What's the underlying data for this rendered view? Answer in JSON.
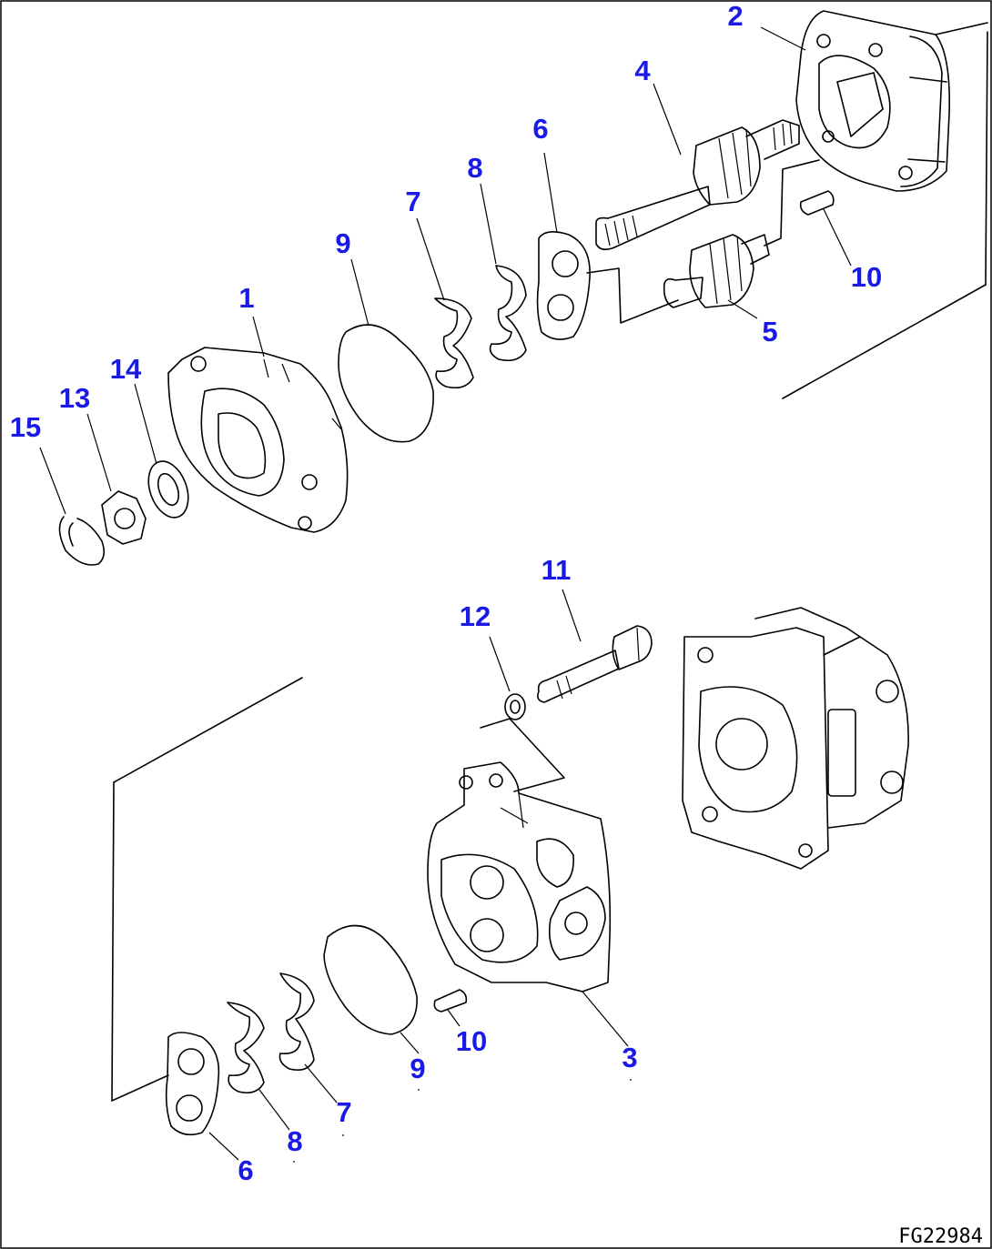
{
  "callouts": {
    "c1": "1",
    "c2": "2",
    "c3": "3",
    "c4": "4",
    "c5": "5",
    "c6a": "6",
    "c6b": "6",
    "c7a": "7",
    "c7b": "7",
    "c8a": "8",
    "c8b": "8",
    "c9a": "9",
    "c9b": "9",
    "c10a": "10",
    "c10b": "10",
    "c11": "11",
    "c12": "12",
    "c13": "13",
    "c14": "14",
    "c15": "15"
  },
  "figure_code": "FG22984",
  "colors": {
    "callout": "#1a1ae6",
    "line": "#000000",
    "background": "#ffffff"
  }
}
